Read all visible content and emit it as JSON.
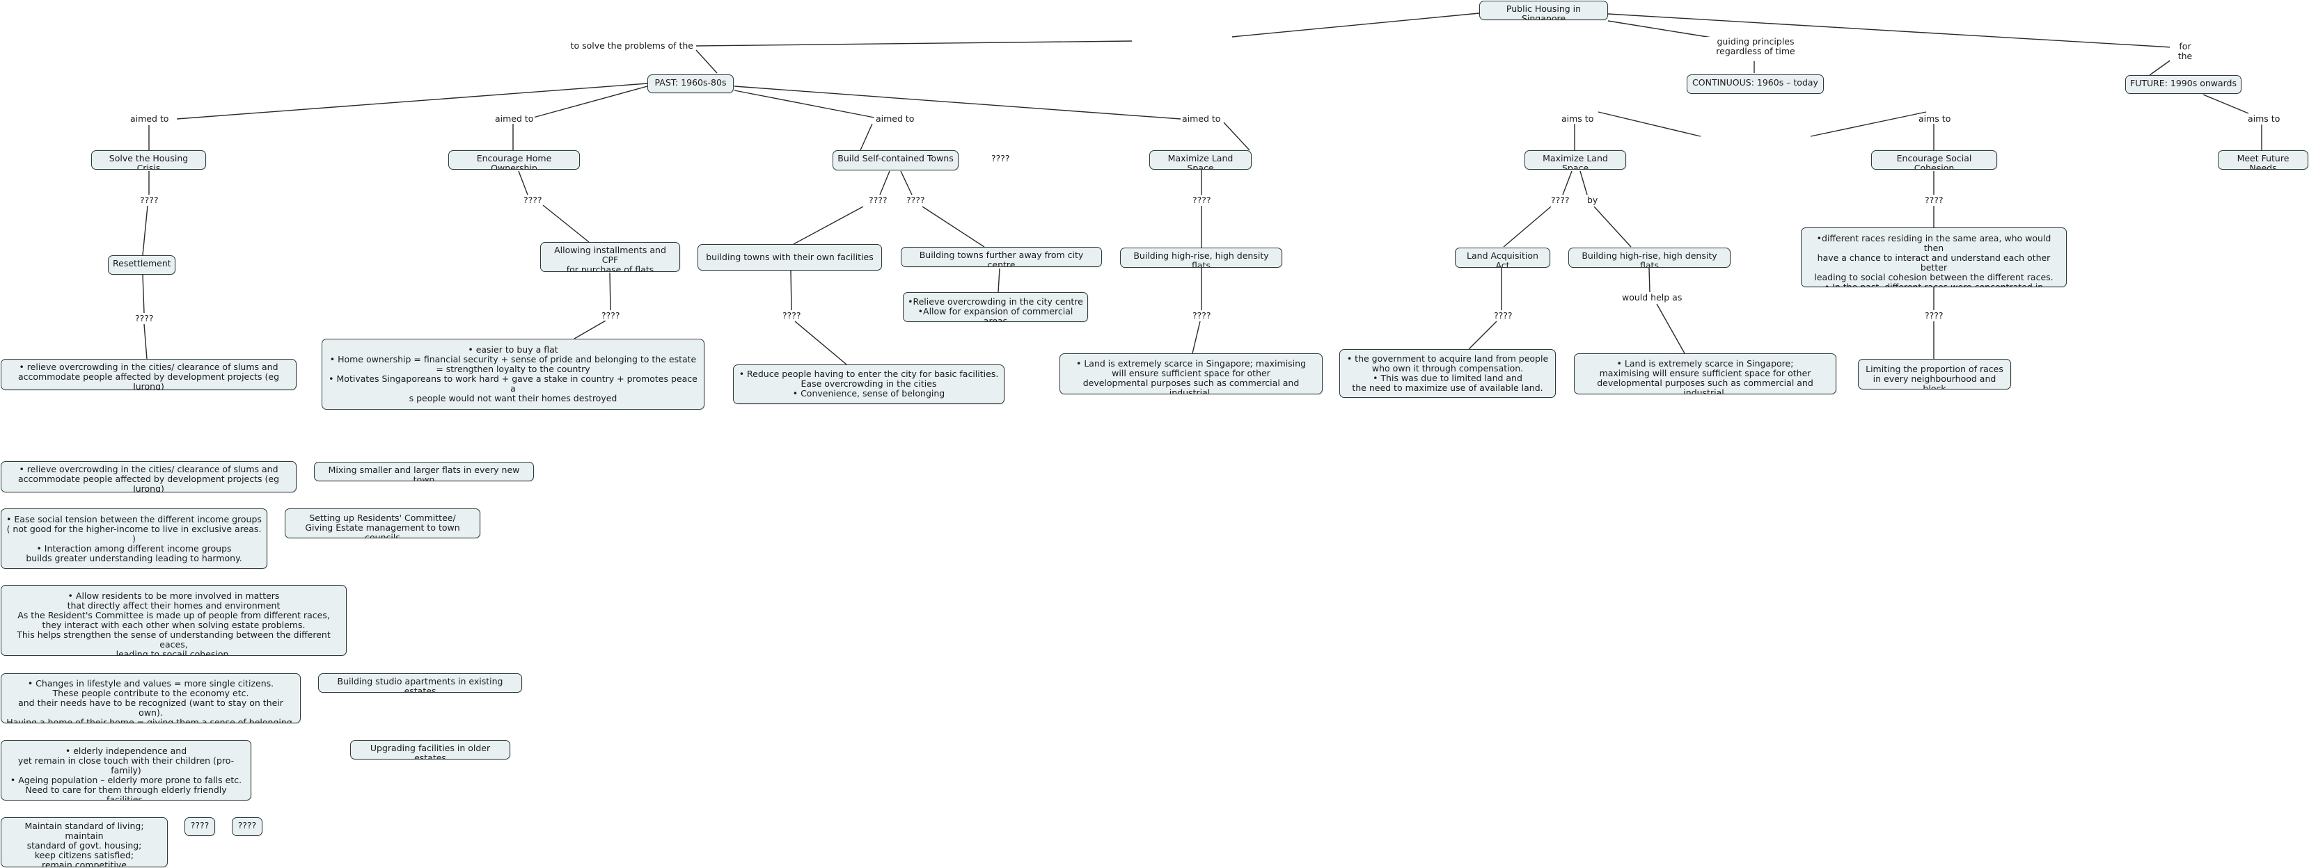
{
  "root": "Public Housing in Singapore",
  "branches": {
    "past_link": "to solve the problems of the",
    "past": "PAST: 1960s-80s",
    "continuous_link": "guiding principles\nregardless of time",
    "continuous": "CONTINUOUS: 1960s – today",
    "future_link": "for the",
    "future": "FUTURE: 1990s onwards"
  },
  "past": {
    "link_aim": "aimed to",
    "solve_crisis": "Solve the Housing Crisis",
    "resettlement": "Resettlement",
    "resettlement_detail": "• relieve overcrowding in the cities/ clearance of slums and\naccommodate people affected by development projects (eg Jurong)",
    "home_ownership": "Encourage Home Ownership",
    "installments": "Allowing installments and CPF\nfor purchase of flats",
    "installments_detail": "•      easier to buy a flat\n•     Home ownership = financial security + sense of pride and belonging to the estate\n= strengthen loyalty to the country\n•     Motivates Singaporeans to work hard + gave a stake in country + promotes peace a\ns people would not want their homes destroyed",
    "self_contained": "Build Self-contained Towns",
    "own_facilities": "building towns with their own facilities",
    "own_facilities_detail": "•     Reduce people having to enter the city for basic facilities.\nEase overcrowding in the cities\n•     Convenience, sense of belonging",
    "further_away": "Building towns further away from city centre",
    "further_away_detail": "•Relieve overcrowding in the city centre\n•Allow for expansion of commercial areas",
    "max_land": "Maximize Land Space",
    "high_rise": "Building high-rise, high density flats",
    "high_rise_detail": "•     Land is extremely scarce in Singapore; maximising\nwill ensure sufficient space  for other\ndevelopmental purposes such as commercial and industrial."
  },
  "continuous": {
    "link_aim": "aims to",
    "max_land": "Maximize Land Space",
    "link_by": "by",
    "land_act": "Land Acquisition Act",
    "land_act_detail": "•     the government to acquire land from people\nwho own it through compensation.\n•     This was due to limited land and\nthe need to maximize use of available land.",
    "high_rise": "Building high-rise, high density flats",
    "link_help": "would help as",
    "high_rise_detail": "•     Land is extremely scarce in Singapore;\nmaximising will ensure sufficient space  for other\ndevelopmental purposes such as commercial and industrial.",
    "social_cohesion": "Encourage Social Cohesion",
    "cohesion_detail": "•different races residing in the same area, who would then\nhave a chance to interact and understand each other better\nleading to social cohesion between the different races.\n• In the past, different races were concentrated in different\nparts of Singaporeans hindering social cohesion.",
    "limiting": "Limiting the proportion of races\nin every neighbourhood and block"
  },
  "future": {
    "link_aim": "aims to",
    "meet_needs": "Meet Future Needs"
  },
  "placeholder": "????",
  "loose": {
    "relieve": "• relieve overcrowding in the cities/ clearance of slums and\naccommodate people affected by development projects (eg Jurong)",
    "mixing": "Mixing smaller and larger flats in every new town",
    "ease_tension": "•     Ease social tension between the different income groups\n( not good for the higher-income to live in exclusive areas. )\n•     Interaction among different income groups\nbuilds greater understanding leading to harmony.",
    "residents_committee": "Setting up Residents' Committee/\nGiving Estate management to town councils",
    "allow_residents": "•     Allow residents to be more involved in matters\nthat directly affect their homes and environment\nAs the Resident's Committee is made up of people from different races,\nthey interact with each other when solving estate problems.\nThis helps strengthen the sense of understanding between the different eaces,\nleading to socail cohesion.",
    "lifestyle": "•     Changes in lifestyle and values = more single citizens.\nThese people contribute to the economy etc.\nand their needs have to be recognized (want to stay on their own).\nHaving a home of their home = giving them a sense of belonging.",
    "studio": "Building studio apartments in existing estates",
    "elderly": "•     elderly independence and\nyet remain in close touch with their children (pro-family)\n•     Ageing population – elderly more prone to falls etc.\nNeed to care for them through elderly friendly facilities.",
    "upgrading": "Upgrading facilities in older estates",
    "maintain": "Maintain standard of living; maintain\nstandard of govt. housing;\nkeep citizens satisfied;\nremain competitive"
  },
  "colors": {
    "node_fill": "#e8f0f1",
    "node_border": "#2e3a3a",
    "line": "#2a2a2a"
  }
}
